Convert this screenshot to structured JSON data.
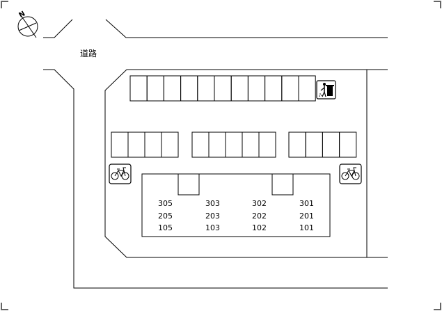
{
  "map": {
    "road_label": "道路",
    "compass": {
      "north_label": "N",
      "icon": "compass-icon"
    },
    "facilities": {
      "trash_icon": "trash-disposal-icon",
      "bicycle_icon": "bicycle-parking-icon"
    },
    "building": {
      "rooms": [
        [
          "305",
          "303",
          "302",
          "301"
        ],
        [
          "205",
          "203",
          "202",
          "201"
        ],
        [
          "105",
          "103",
          "102",
          "101"
        ]
      ]
    },
    "parking": {
      "top_row_spaces": 11,
      "left_group_spaces": 4,
      "middle_group_spaces": 5,
      "right_group_spaces": 4
    },
    "colors": {
      "lines": "#000000",
      "background": "#ffffff"
    }
  }
}
